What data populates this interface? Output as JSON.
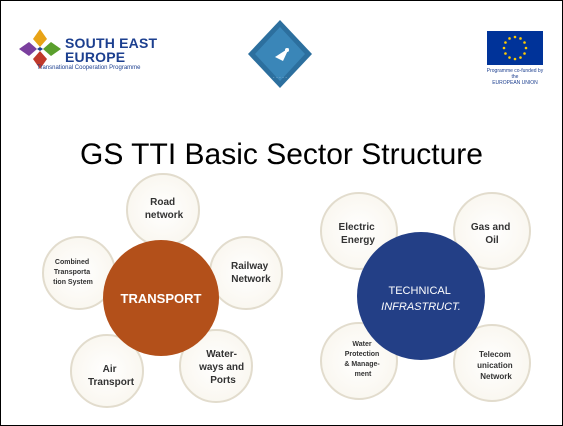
{
  "header": {
    "partner_logo": {
      "line1": "SOUTH EAST",
      "line2": "EUROPE",
      "line3": "Transnational Cooperation Programme"
    },
    "eu_logo": {
      "line1": "Programme co-funded by the",
      "line2": "EUROPEAN UNION"
    }
  },
  "title": "GS TTI Basic Sector Structure",
  "transport": {
    "center": "TRANSPORT",
    "satellites": {
      "road": [
        "Road",
        "network"
      ],
      "railway": [
        "Railway",
        "Network"
      ],
      "waterways": [
        "Water-",
        "ways and",
        "Ports"
      ],
      "air": [
        "Air",
        "Transport"
      ],
      "combined": [
        "Combined",
        "Transporta",
        "tion System"
      ]
    }
  },
  "technical": {
    "center": [
      "TECHNICAL",
      "INFRASTRUCT."
    ],
    "satellites": {
      "electric": [
        "Electric",
        "Energy"
      ],
      "gas": [
        "Gas and",
        "Oil"
      ],
      "telecom": [
        "Telecom",
        "unication",
        "Network"
      ],
      "water": [
        "Water",
        "Protection",
        "& Manage-",
        "ment"
      ]
    }
  },
  "colors": {
    "transport_fill": "#b3501a",
    "technical_fill": "#233f86",
    "ring_stroke": "#e2dccd",
    "logo_blue": "#1c3f8f",
    "eu_blue": "#003399",
    "eu_star": "#ffcc00"
  },
  "icons": {
    "partner": "see-programme-logo",
    "middle": "diamond-emblem-logo",
    "eu": "eu-flag-logo"
  }
}
